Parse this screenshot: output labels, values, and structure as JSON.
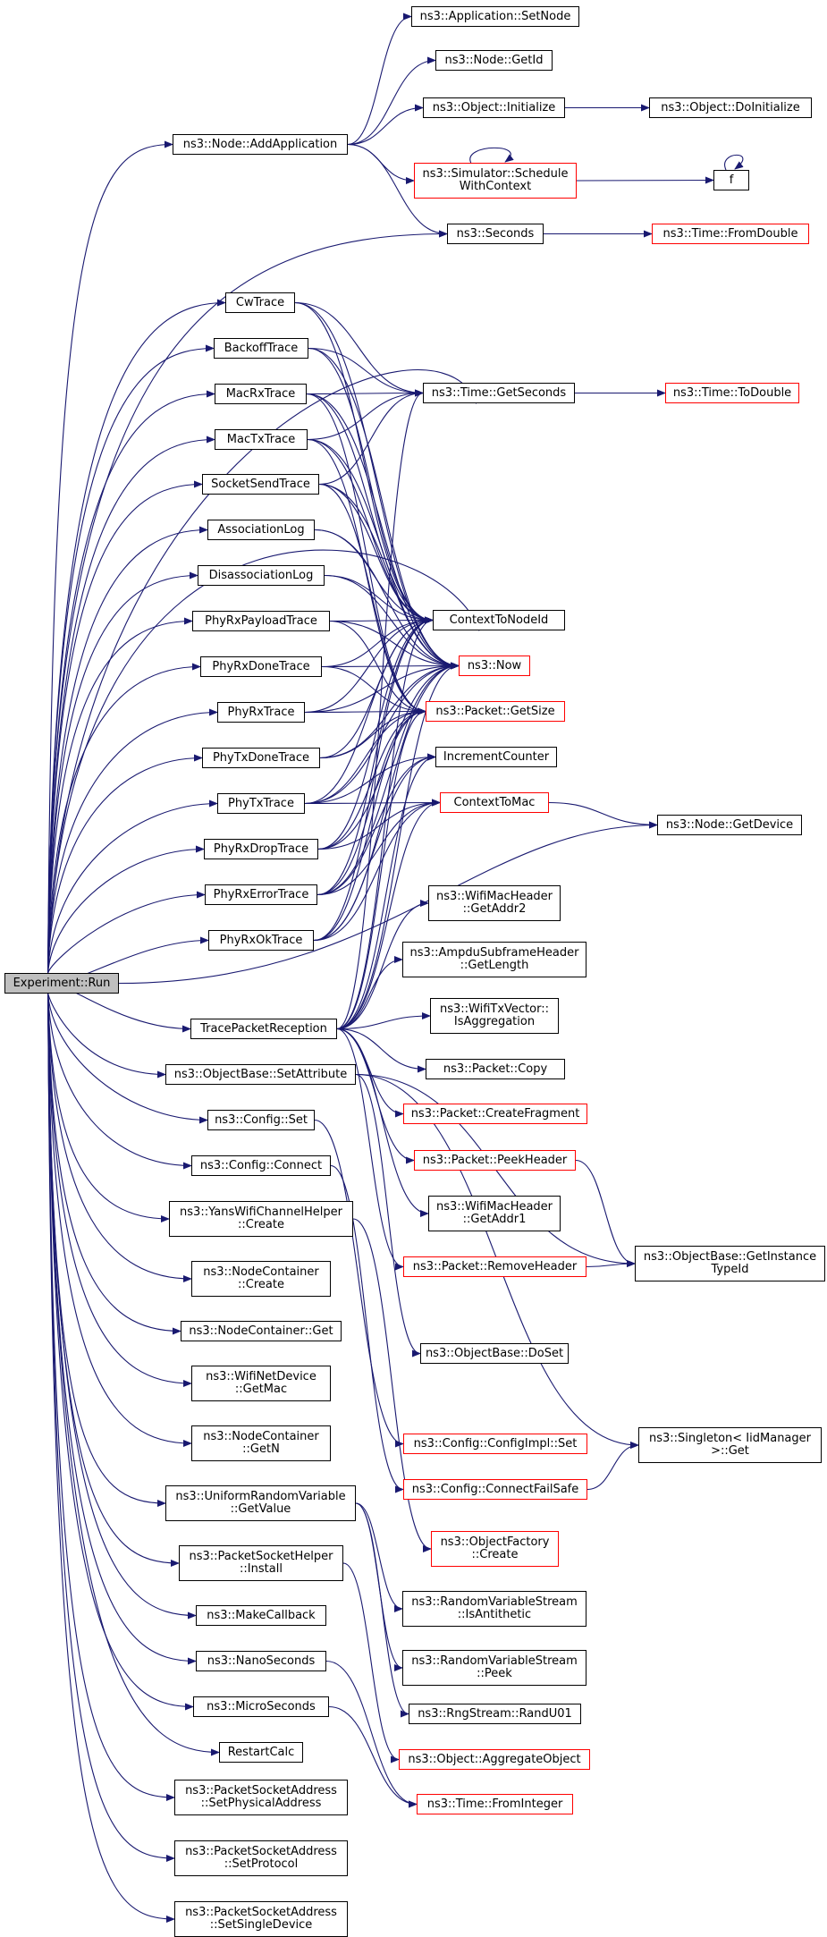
{
  "diagram": {
    "edge_color": "#191970",
    "missing_doc_border_color": "#ff0000",
    "root_fill_color": "#bfbfbf",
    "nodes": [
      {
        "id": "run",
        "lines": [
          "Experiment::Run"
        ],
        "root": true
      },
      {
        "id": "addapp",
        "lines": [
          "ns3::Node::AddApplication"
        ]
      },
      {
        "id": "setnode",
        "lines": [
          "ns3::Application::SetNode"
        ]
      },
      {
        "id": "getid",
        "lines": [
          "ns3::Node::GetId"
        ]
      },
      {
        "id": "initialize",
        "lines": [
          "ns3::Object::Initialize"
        ]
      },
      {
        "id": "doinit",
        "lines": [
          "ns3::Object::DoInitialize"
        ]
      },
      {
        "id": "schedctx",
        "lines": [
          "ns3::Simulator::Schedule",
          "WithContext"
        ],
        "red": true
      },
      {
        "id": "f",
        "lines": [
          "f"
        ]
      },
      {
        "id": "seconds",
        "lines": [
          "ns3::Seconds"
        ]
      },
      {
        "id": "fromdouble",
        "lines": [
          "ns3::Time::FromDouble"
        ],
        "red": true
      },
      {
        "id": "cwtrace",
        "lines": [
          "CwTrace"
        ]
      },
      {
        "id": "backoff",
        "lines": [
          "BackoffTrace"
        ]
      },
      {
        "id": "macrx",
        "lines": [
          "MacRxTrace"
        ]
      },
      {
        "id": "mactx",
        "lines": [
          "MacTxTrace"
        ]
      },
      {
        "id": "socksend",
        "lines": [
          "SocketSendTrace"
        ]
      },
      {
        "id": "assoc",
        "lines": [
          "AssociationLog"
        ]
      },
      {
        "id": "disassoc",
        "lines": [
          "DisassociationLog"
        ]
      },
      {
        "id": "phyrxpay",
        "lines": [
          "PhyRxPayloadTrace"
        ]
      },
      {
        "id": "phyrxdone",
        "lines": [
          "PhyRxDoneTrace"
        ]
      },
      {
        "id": "phyrx",
        "lines": [
          "PhyRxTrace"
        ]
      },
      {
        "id": "phytxdone",
        "lines": [
          "PhyTxDoneTrace"
        ]
      },
      {
        "id": "phytx",
        "lines": [
          "PhyTxTrace"
        ]
      },
      {
        "id": "phyrxdrop",
        "lines": [
          "PhyRxDropTrace"
        ]
      },
      {
        "id": "phyrxerr",
        "lines": [
          "PhyRxErrorTrace"
        ]
      },
      {
        "id": "phyrxok",
        "lines": [
          "PhyRxOkTrace"
        ]
      },
      {
        "id": "getseconds",
        "lines": [
          "ns3::Time::GetSeconds"
        ]
      },
      {
        "id": "todouble",
        "lines": [
          "ns3::Time::ToDouble"
        ],
        "red": true
      },
      {
        "id": "ctxnode",
        "lines": [
          "ContextToNodeId"
        ]
      },
      {
        "id": "now",
        "lines": [
          "ns3::Now"
        ],
        "red": true
      },
      {
        "id": "getsize",
        "lines": [
          "ns3::Packet::GetSize"
        ],
        "red": true
      },
      {
        "id": "inccnt",
        "lines": [
          "IncrementCounter"
        ]
      },
      {
        "id": "ctxmac",
        "lines": [
          "ContextToMac"
        ],
        "red": true
      },
      {
        "id": "getdevice",
        "lines": [
          "ns3::Node::GetDevice"
        ]
      },
      {
        "id": "tracepkt",
        "lines": [
          "TracePacketReception"
        ]
      },
      {
        "id": "addr2",
        "lines": [
          "ns3::WifiMacHeader",
          "::GetAddr2"
        ]
      },
      {
        "id": "ampdulen",
        "lines": [
          "ns3::AmpduSubframeHeader",
          "::GetLength"
        ]
      },
      {
        "id": "isagg",
        "lines": [
          "ns3::WifiTxVector::",
          "IsAggregation"
        ]
      },
      {
        "id": "pktcopy",
        "lines": [
          "ns3::Packet::Copy"
        ]
      },
      {
        "id": "createfrag",
        "lines": [
          "ns3::Packet::CreateFragment"
        ],
        "red": true
      },
      {
        "id": "peekhdr",
        "lines": [
          "ns3::Packet::PeekHeader"
        ],
        "red": true
      },
      {
        "id": "addr1",
        "lines": [
          "ns3::WifiMacHeader",
          "::GetAddr1"
        ]
      },
      {
        "id": "removehdr",
        "lines": [
          "ns3::Packet::RemoveHeader"
        ],
        "red": true
      },
      {
        "id": "getinst",
        "lines": [
          "ns3::ObjectBase::GetInstance",
          "TypeId"
        ]
      },
      {
        "id": "setattr",
        "lines": [
          "ns3::ObjectBase::SetAttribute"
        ]
      },
      {
        "id": "cfgset",
        "lines": [
          "ns3::Config::Set"
        ]
      },
      {
        "id": "cfgconnect",
        "lines": [
          "ns3::Config::Connect"
        ]
      },
      {
        "id": "yanscreate",
        "lines": [
          "ns3::YansWifiChannelHelper",
          "::Create"
        ]
      },
      {
        "id": "nccreate",
        "lines": [
          "ns3::NodeContainer",
          "::Create"
        ]
      },
      {
        "id": "ncget",
        "lines": [
          "ns3::NodeContainer::Get"
        ]
      },
      {
        "id": "getmac",
        "lines": [
          "ns3::WifiNetDevice",
          "::GetMac"
        ]
      },
      {
        "id": "ncgetn",
        "lines": [
          "ns3::NodeContainer",
          "::GetN"
        ]
      },
      {
        "id": "urvget",
        "lines": [
          "ns3::UniformRandomVariable",
          "::GetValue"
        ]
      },
      {
        "id": "psinstall",
        "lines": [
          "ns3::PacketSocketHelper",
          "::Install"
        ]
      },
      {
        "id": "mkcb",
        "lines": [
          "ns3::MakeCallback"
        ]
      },
      {
        "id": "nanosec",
        "lines": [
          "ns3::NanoSeconds"
        ]
      },
      {
        "id": "microsec",
        "lines": [
          "ns3::MicroSeconds"
        ]
      },
      {
        "id": "restart",
        "lines": [
          "RestartCalc"
        ]
      },
      {
        "id": "psaphys",
        "lines": [
          "ns3::PacketSocketAddress",
          "::SetPhysicalAddress"
        ]
      },
      {
        "id": "psaproto",
        "lines": [
          "ns3::PacketSocketAddress",
          "::SetProtocol"
        ]
      },
      {
        "id": "psadev",
        "lines": [
          "ns3::PacketSocketAddress",
          "::SetSingleDevice"
        ]
      },
      {
        "id": "doset",
        "lines": [
          "ns3::ObjectBase::DoSet"
        ]
      },
      {
        "id": "cfgimplset",
        "lines": [
          "ns3::Config::ConfigImpl::Set"
        ],
        "red": true
      },
      {
        "id": "singleton",
        "lines": [
          "ns3::Singleton< IidManager",
          ">::Get"
        ]
      },
      {
        "id": "cfgconnfs",
        "lines": [
          "ns3::Config::ConnectFailSafe"
        ],
        "red": true
      },
      {
        "id": "objfactory",
        "lines": [
          "ns3::ObjectFactory",
          "::Create"
        ],
        "red": true
      },
      {
        "id": "isanti",
        "lines": [
          "ns3::RandomVariableStream",
          "::IsAntithetic"
        ]
      },
      {
        "id": "peek",
        "lines": [
          "ns3::RandomVariableStream",
          "::Peek"
        ]
      },
      {
        "id": "randu01",
        "lines": [
          "ns3::RngStream::RandU01"
        ]
      },
      {
        "id": "aggobj",
        "lines": [
          "ns3::Object::AggregateObject"
        ],
        "red": true
      },
      {
        "id": "fromint",
        "lines": [
          "ns3::Time::FromInteger"
        ],
        "red": true
      }
    ]
  }
}
